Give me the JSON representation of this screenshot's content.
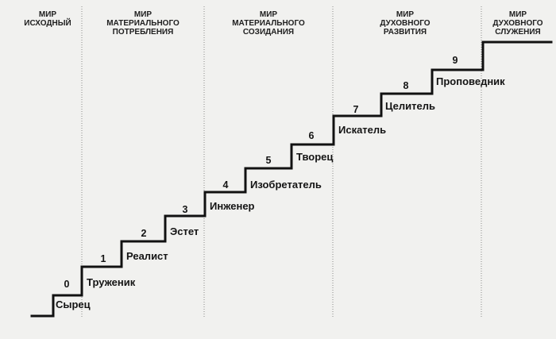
{
  "worlds": [
    {
      "lines": [
        "МИР",
        "ИСХОДНЫЙ"
      ]
    },
    {
      "lines": [
        "МИР",
        "МАТЕРИАЛЬНОГО",
        "ПОТРЕБЛЕНИЯ"
      ]
    },
    {
      "lines": [
        "МИР",
        "МАТЕРИАЛЬНОГО",
        "СОЗИДАНИЯ"
      ]
    },
    {
      "lines": [
        "МИР",
        "ДУХОВНОГО",
        "РАЗВИТИЯ"
      ]
    },
    {
      "lines": [
        "МИР",
        "ДУХОВНОГО",
        "СЛУЖЕНИЯ"
      ]
    }
  ],
  "steps": [
    {
      "number": "0",
      "label": "Сырец"
    },
    {
      "number": "1",
      "label": "Труженик"
    },
    {
      "number": "2",
      "label": "Реалист"
    },
    {
      "number": "3",
      "label": "Эстет"
    },
    {
      "number": "4",
      "label": "Инженер"
    },
    {
      "number": "5",
      "label": "Изобретатель"
    },
    {
      "number": "6",
      "label": "Творец"
    },
    {
      "number": "7",
      "label": "Искатель"
    },
    {
      "number": "8",
      "label": "Целитель"
    },
    {
      "number": "9",
      "label": "Проповедник"
    }
  ]
}
